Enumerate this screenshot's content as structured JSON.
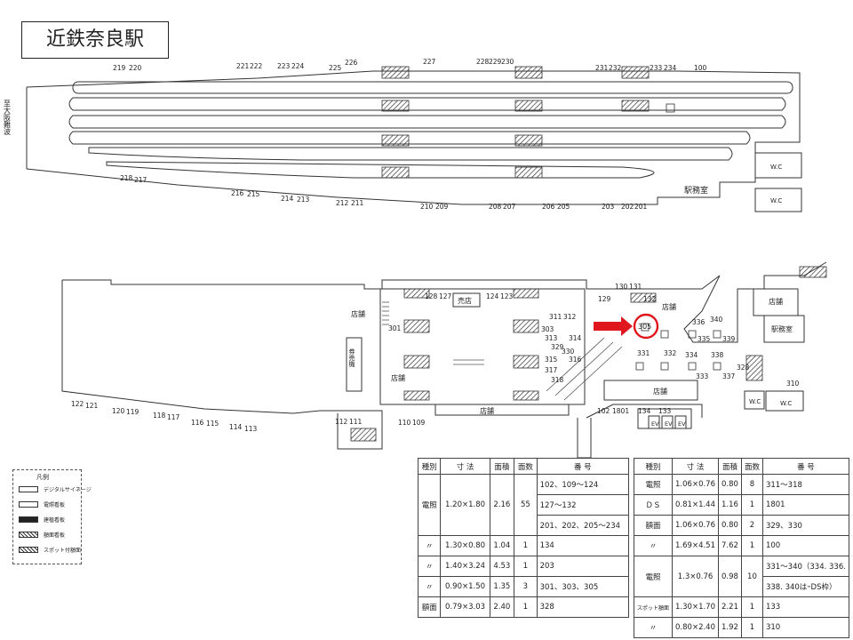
{
  "title": "近鉄奈良駅",
  "upper_level": {
    "direction_label": "至大阪難波",
    "station_office": "駅務室",
    "wc": "W.C",
    "top_numbers": [
      "219",
      "220",
      "221",
      "222",
      "223",
      "224",
      "225",
      "226",
      "227",
      "228",
      "229",
      "230",
      "231",
      "232",
      "233",
      "234",
      "100"
    ],
    "bottom_numbers": [
      "218",
      "217",
      "216",
      "215",
      "214",
      "213",
      "212",
      "211",
      "210",
      "209",
      "208",
      "207",
      "206",
      "205",
      "203",
      "202",
      "201"
    ]
  },
  "lower_level": {
    "stall": "売店",
    "shop": "店舗",
    "ticket_machine": "券売機",
    "station_office": "駅務室",
    "wc": "W.C",
    "ev": "EV",
    "highlight": "305",
    "numbers": [
      "128",
      "127",
      "124",
      "123",
      "130",
      "131",
      "129",
      "132",
      "311",
      "312",
      "303",
      "313",
      "314",
      "329",
      "330",
      "315",
      "316",
      "317",
      "318",
      "301",
      "336",
      "340",
      "335",
      "339",
      "331",
      "332",
      "334",
      "338",
      "333",
      "337",
      "328",
      "310",
      "122",
      "121",
      "120",
      "119",
      "118",
      "117",
      "116",
      "115",
      "114",
      "113",
      "112",
      "111",
      "110",
      "109",
      "102",
      "1801",
      "134",
      "133"
    ]
  },
  "legend": {
    "title": "凡例",
    "items": [
      "デジタルサイネージ",
      "電照看板",
      "建植看板",
      "額面看板",
      "スポット付額面"
    ]
  },
  "table_left": {
    "headers": [
      "種別",
      "寸 法",
      "面積",
      "面数",
      "番 号"
    ],
    "rows": [
      [
        "電照",
        "1.20×1.80",
        "2.16",
        "55",
        "102、109～124"
      ],
      [
        "",
        "",
        "",
        "",
        "127～132"
      ],
      [
        "",
        "",
        "",
        "",
        "201、202、205～234"
      ],
      [
        "〃",
        "1.30×0.80",
        "1.04",
        "1",
        "134"
      ],
      [
        "〃",
        "1.40×3.24",
        "4.53",
        "1",
        "203"
      ],
      [
        "〃",
        "0.90×1.50",
        "1.35",
        "3",
        "301、303、305"
      ],
      [
        "額面",
        "0.79×3.03",
        "2.40",
        "1",
        "328"
      ]
    ]
  },
  "table_right": {
    "headers": [
      "種別",
      "寸 法",
      "面積",
      "面数",
      "番 号"
    ],
    "rows": [
      [
        "電照",
        "1.06×0.76",
        "0.80",
        "8",
        "311～318"
      ],
      [
        "ＤＳ",
        "0.81×1.44",
        "1.16",
        "1",
        "1801"
      ],
      [
        "額面",
        "1.06×0.76",
        "0.80",
        "2",
        "329、330"
      ],
      [
        "〃",
        "1.69×4.51",
        "7.62",
        "1",
        "100"
      ],
      [
        "電照",
        "1.3×0.76",
        "0.98",
        "10",
        "331～340（334. 336."
      ],
      [
        "",
        "",
        "",
        "",
        "338. 340はｰDS枠）"
      ],
      [
        "スポット額面",
        "1.30×1.70",
        "2.21",
        "1",
        "133"
      ],
      [
        "〃",
        "0.80×2.40",
        "1.92",
        "1",
        "310"
      ]
    ]
  }
}
